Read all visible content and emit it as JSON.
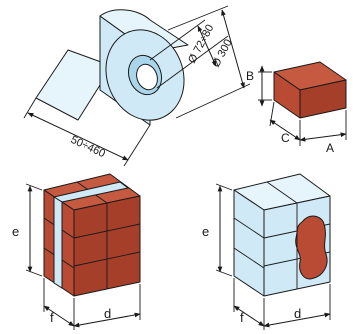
{
  "diagram": {
    "colors": {
      "film": "#cfeaf6",
      "film_light": "#e6f5fb",
      "film_mid": "#a9d6ea",
      "brick_front": "#b94a33",
      "brick_top": "#c65a40",
      "brick_side": "#a63f2a",
      "line": "#1a1a1a"
    },
    "roll": {
      "inner_diameter_label": "Ø 72÷80",
      "outer_diameter_label": "Ø 300",
      "width_label": "50÷460"
    },
    "brick": {
      "height_label": "B",
      "length_label": "C",
      "width_label": "A"
    },
    "stack_banded": {
      "height_label": "e",
      "depth_label": "f",
      "width_label": "d"
    },
    "stack_wrapped": {
      "height_label": "e",
      "depth_label": "f",
      "width_label": "d"
    }
  }
}
